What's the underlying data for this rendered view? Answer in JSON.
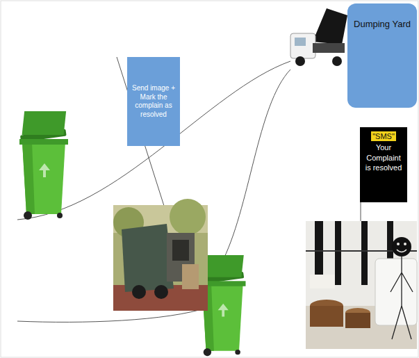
{
  "diagram": {
    "nodes": [
      {
        "text": [
          "Send image + Mark the complain as resolved"
        ]
      },
      {
        "text": [
          "Dumping Yard"
        ]
      },
      {
        "text": [
          "\"SMS\"",
          "Your Complaint is resolved"
        ]
      }
    ]
  }
}
